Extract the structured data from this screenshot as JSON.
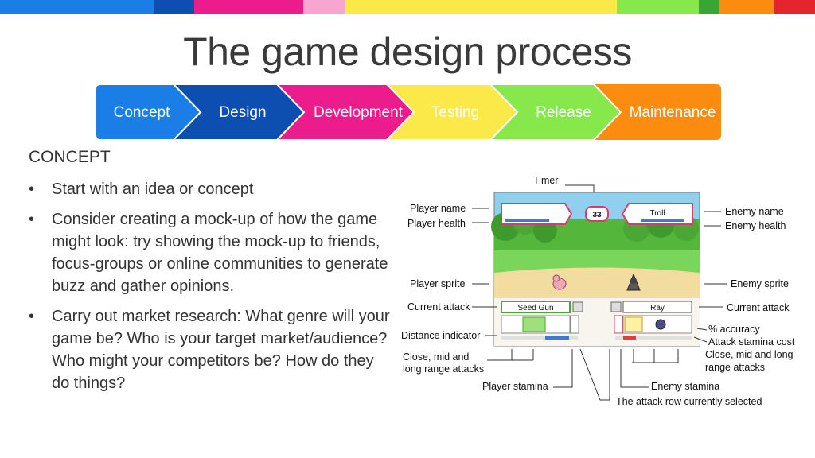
{
  "title": "The game design process",
  "colors": {
    "concept": "#1a7ee6",
    "design": "#0d4fb0",
    "development": "#ec1c8c",
    "testing": "#fbe94a",
    "release": "#86e84a",
    "maintenance": "#fb8c10"
  },
  "topbar_colors": [
    "#1a7ee6",
    "#0d4fb0",
    "#ec1c8c",
    "#f7a6cf",
    "#fbe94a",
    "#86e84a",
    "#39a532",
    "#fb8c10",
    "#e3262b"
  ],
  "process": [
    "Concept",
    "Design",
    "Development",
    "Testing",
    "Release",
    "Maintenance"
  ],
  "section_heading": "CONCEPT",
  "bullets": [
    "Start with an idea or concept",
    "Consider creating a mock-up of how the game might look: try showing the mock-up to friends, focus-groups or online communities to generate buzz and gather opinions.",
    "Carry out market research: What genre will your game be? Who is your target market/audience? Who might your competitors be? How do they do things?"
  ],
  "mockup": {
    "enemy_name_value": "Troll",
    "player_attack_value": "Seed Gun",
    "enemy_attack_value": "Ray"
  },
  "labels": {
    "timer": "Timer",
    "player_name": "Player name",
    "player_health": "Player health",
    "player_sprite": "Player sprite",
    "current_attack_left": "Current attack",
    "distance_indicator": "Distance indicator",
    "close_mid_long_left_1": "Close, mid and",
    "close_mid_long_left_2": "long range attacks",
    "player_stamina": "Player stamina",
    "enemy_name": "Enemy name",
    "enemy_health": "Enemy health",
    "enemy_sprite": "Enemy sprite",
    "current_attack_right": "Current attack",
    "accuracy": "% accuracy",
    "attack_stamina_cost": "Attack stamina cost",
    "close_mid_long_right_1": "Close, mid and long",
    "close_mid_long_right_2": "range attacks",
    "enemy_stamina": "Enemy stamina",
    "attack_row": "The attack row currently selected"
  }
}
